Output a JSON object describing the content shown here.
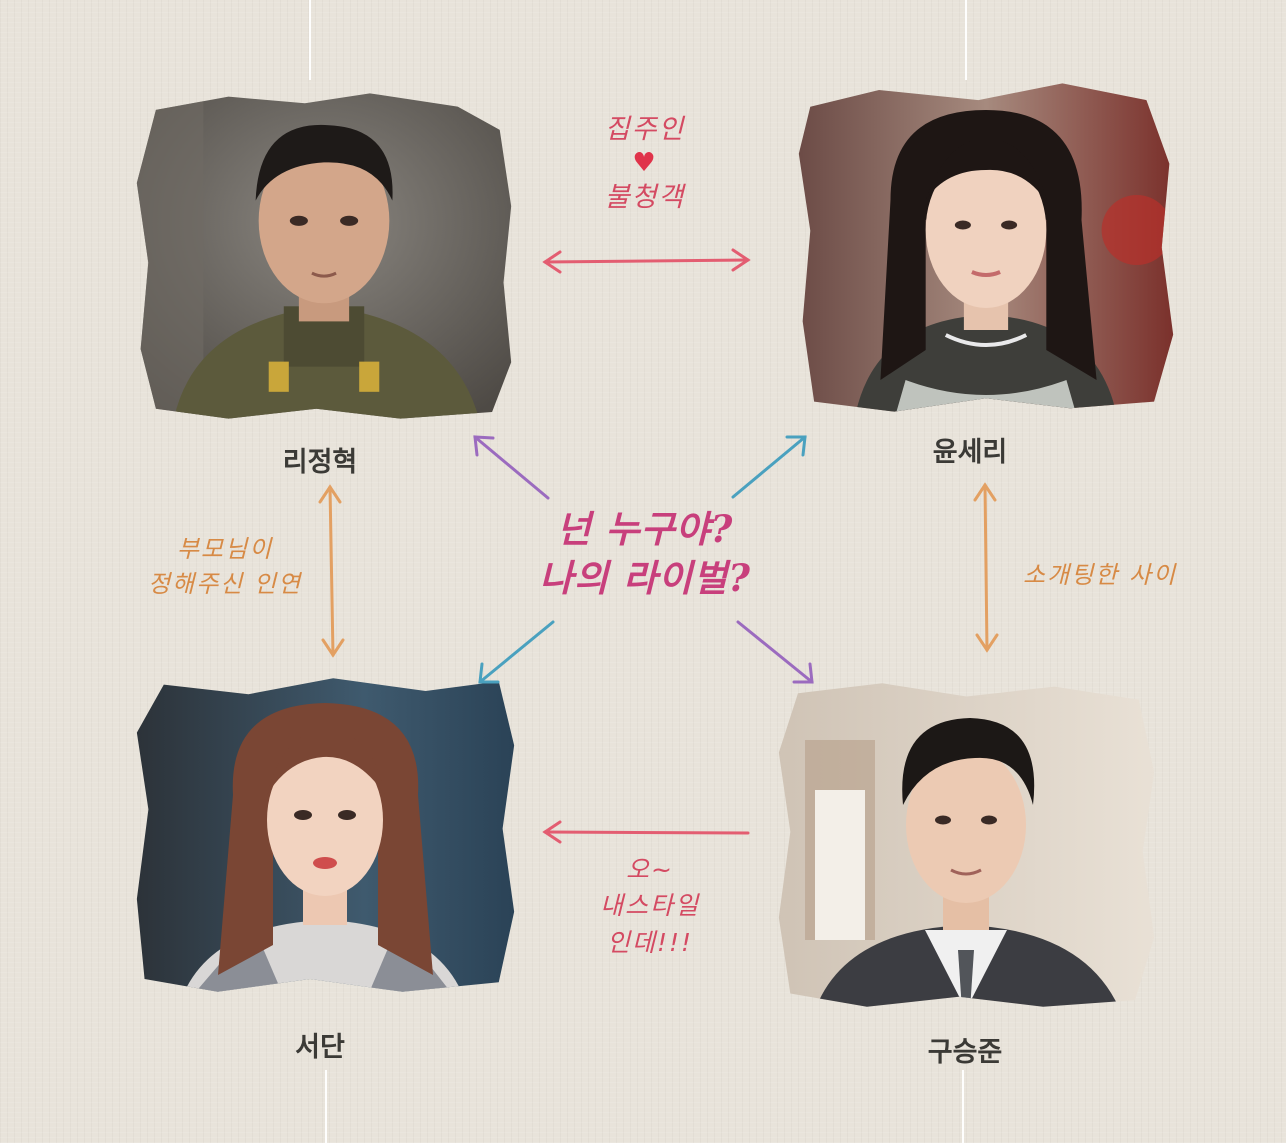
{
  "center_question": {
    "line1": "넌 누구야?",
    "line2": "나의 라이벌?"
  },
  "characters": {
    "top_left": {
      "name": "리정혁"
    },
    "top_right": {
      "name": "윤세리"
    },
    "bottom_left": {
      "name": "서단"
    },
    "bottom_right": {
      "name": "구승준"
    }
  },
  "relations": {
    "top": {
      "line1": "집주인",
      "heart": "♥",
      "line2": "불청객"
    },
    "left": {
      "line1": "부모님이",
      "line2": "정해주신 인연"
    },
    "right": {
      "line1": "소개팅한 사이"
    },
    "bottom": {
      "line1": "오~",
      "line2": "내스타일",
      "line3": "인데!!!"
    }
  },
  "colors": {
    "pink": "#e35d71",
    "orange": "#e3a062",
    "purple": "#9b6bbf",
    "teal": "#4aa1bf",
    "magenta": "#c83f7c"
  }
}
